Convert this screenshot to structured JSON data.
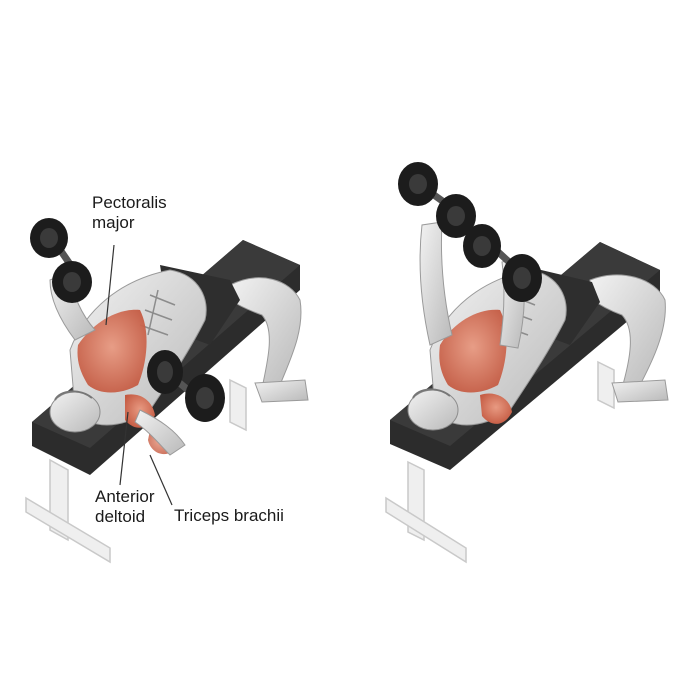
{
  "illustration": {
    "labels": {
      "pectoralis": [
        "Pectoralis",
        "major"
      ],
      "deltoid": [
        "Anterior",
        "deltoid"
      ],
      "triceps": "Triceps brachii"
    },
    "colors": {
      "muscle_highlight": "#d9765c",
      "bench_pad": "#2b2b2b",
      "bench_frame": "#ececec",
      "skin": "#d6d6d6",
      "shorts": "#2e2e2e",
      "dumbbell": "#1c1c1c"
    }
  }
}
